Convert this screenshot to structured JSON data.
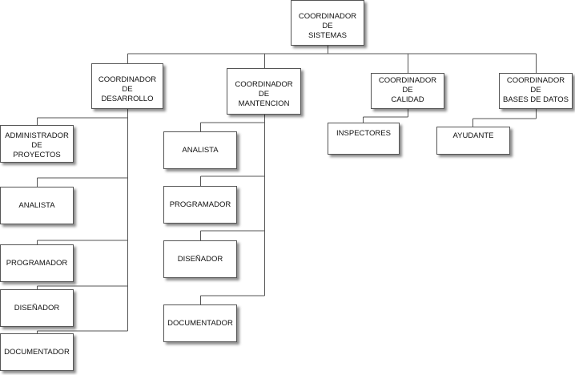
{
  "org_chart": {
    "root": {
      "label": "COORDINADOR DE\nSISTEMAS"
    },
    "coordinators": [
      {
        "label": "COORDINADOR DE\nDESARROLLO",
        "staff": [
          "ADMINISTRADOR DE\nPROYECTOS",
          "ANALISTA",
          "PROGRAMADOR",
          "DISEÑADOR",
          "DOCUMENTADOR"
        ]
      },
      {
        "label": "COORDINADOR DE\nMANTENCION",
        "staff": [
          "ANALISTA",
          "PROGRAMADOR",
          "DISEÑADOR",
          "DOCUMENTADOR"
        ]
      },
      {
        "label": "COORDINADOR DE\nCALIDAD",
        "staff": [
          "INSPECTORES"
        ]
      },
      {
        "label": "COORDINADOR DE\nBASES DE DATOS",
        "staff": [
          "AYUDANTE"
        ]
      }
    ]
  }
}
